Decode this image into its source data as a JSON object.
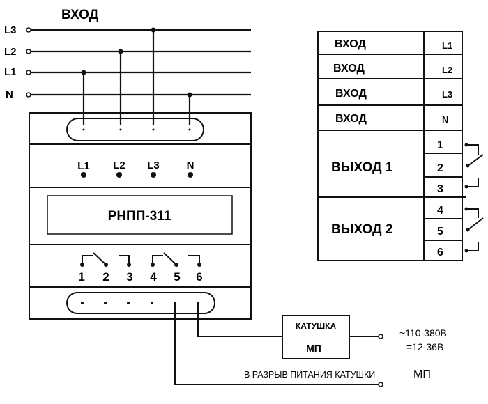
{
  "input_title": "ВХОД",
  "bus_labels": [
    "L3",
    "L2",
    "L1",
    "N"
  ],
  "device": {
    "terminal_labels": [
      "L1",
      "L2",
      "L3",
      "N"
    ],
    "display_text": "РНПП-311",
    "output_numbers": [
      "1",
      "2",
      "3",
      "4",
      "5",
      "6"
    ]
  },
  "coil": {
    "line1": "КАТУШКА",
    "line2": "МП"
  },
  "supply": {
    "ac": "~110-380В",
    "dc": "=12-36В"
  },
  "break_note": "В РАЗРЫВ ПИТАНИЯ КАТУШКИ",
  "break_note_suffix": "МП",
  "table": {
    "inputs": [
      {
        "label": "ВХОД",
        "terminal": "L1"
      },
      {
        "label": "ВХОД",
        "terminal": "L2"
      },
      {
        "label": "ВХОД",
        "terminal": "L3"
      },
      {
        "label": "ВХОД",
        "terminal": "N"
      }
    ],
    "outputs": [
      {
        "label": "ВЫХОД 1",
        "terminals": [
          "1",
          "2",
          "3"
        ]
      },
      {
        "label": "ВЫХОД 2",
        "terminals": [
          "4",
          "5",
          "6"
        ]
      }
    ]
  },
  "colors": {
    "ink": "#111111",
    "background": "#ffffff"
  }
}
